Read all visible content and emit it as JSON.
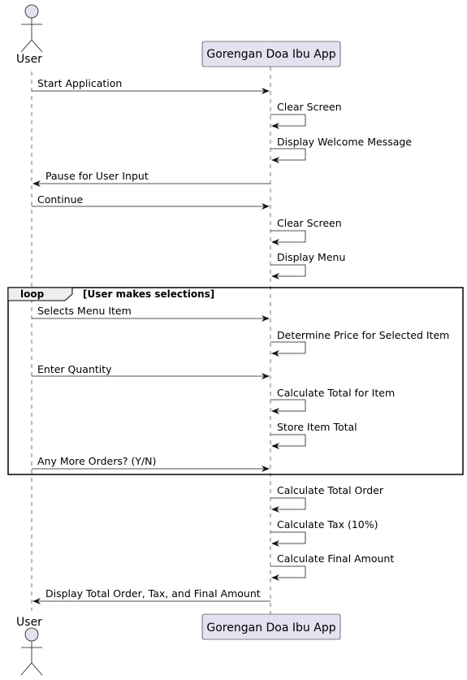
{
  "participants": {
    "user": {
      "label": "User"
    },
    "app": {
      "label": "Gorengan Doa Ibu App"
    }
  },
  "loop": {
    "keyword": "loop",
    "condition": "[User makes selections]"
  },
  "messages": [
    {
      "text": "Start Application"
    },
    {
      "text": "Clear Screen"
    },
    {
      "text": "Display Welcome Message"
    },
    {
      "text": "Pause for User Input"
    },
    {
      "text": "Continue"
    },
    {
      "text": "Clear Screen"
    },
    {
      "text": "Display Menu"
    },
    {
      "text": "Selects Menu Item"
    },
    {
      "text": "Determine Price for Selected Item"
    },
    {
      "text": "Enter Quantity"
    },
    {
      "text": "Calculate Total for Item"
    },
    {
      "text": "Store Item Total"
    },
    {
      "text": "Any More Orders? (Y/N)"
    },
    {
      "text": "Calculate Total Order"
    },
    {
      "text": "Calculate Tax (10%)"
    },
    {
      "text": "Calculate Final Amount"
    },
    {
      "text": "Display Total Order, Tax, and Final Amount"
    }
  ],
  "colors": {
    "participant_fill": "#e2e2f0",
    "participant_border": "#181818",
    "lifeline": "#181818",
    "line": "#181818",
    "background": "#ffffff"
  }
}
